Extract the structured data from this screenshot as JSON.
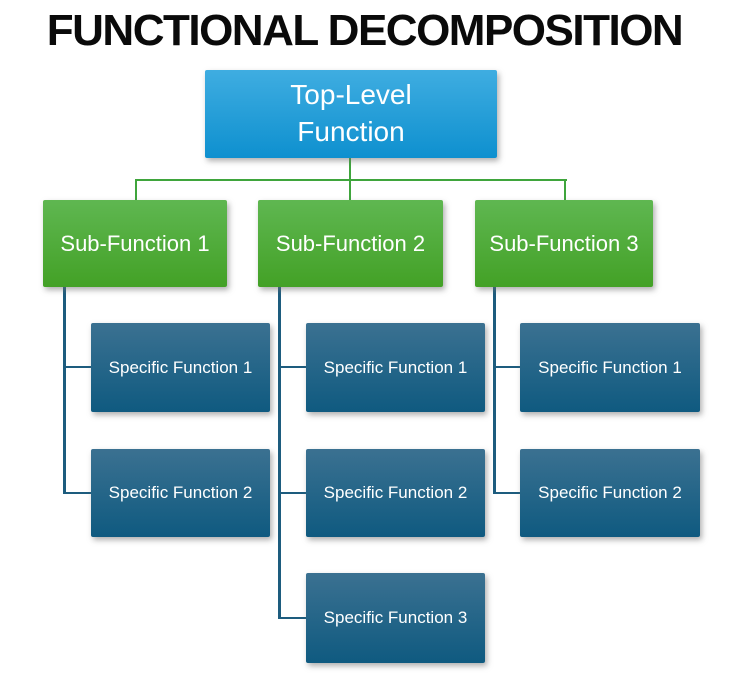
{
  "title": "FUNCTIONAL DECOMPOSITION",
  "colors": {
    "top_box_top": "#3FADE1",
    "top_box_bottom": "#0E90CF",
    "sub_box_top": "#5FB751",
    "sub_box_bottom": "#43A126",
    "spec_box_top": "#3B7191",
    "spec_box_bottom": "#0F5A80",
    "connector_green": "#3FA53C",
    "connector_teal": "#1D5C7E",
    "title_color": "#0A0A0A",
    "label_color": "#FFFFFF"
  },
  "top_function": {
    "label": "Top-Level\nFunction"
  },
  "columns": [
    {
      "sub_label": "Sub-Function 1",
      "specific": [
        "Specific Function 1",
        "Specific Function 2"
      ]
    },
    {
      "sub_label": "Sub-Function 2",
      "specific": [
        "Specific Function 1",
        "Specific Function 2",
        "Specific Function 3"
      ]
    },
    {
      "sub_label": "Sub-Function 3",
      "specific": [
        "Specific Function 1",
        "Specific Function 2"
      ]
    }
  ]
}
